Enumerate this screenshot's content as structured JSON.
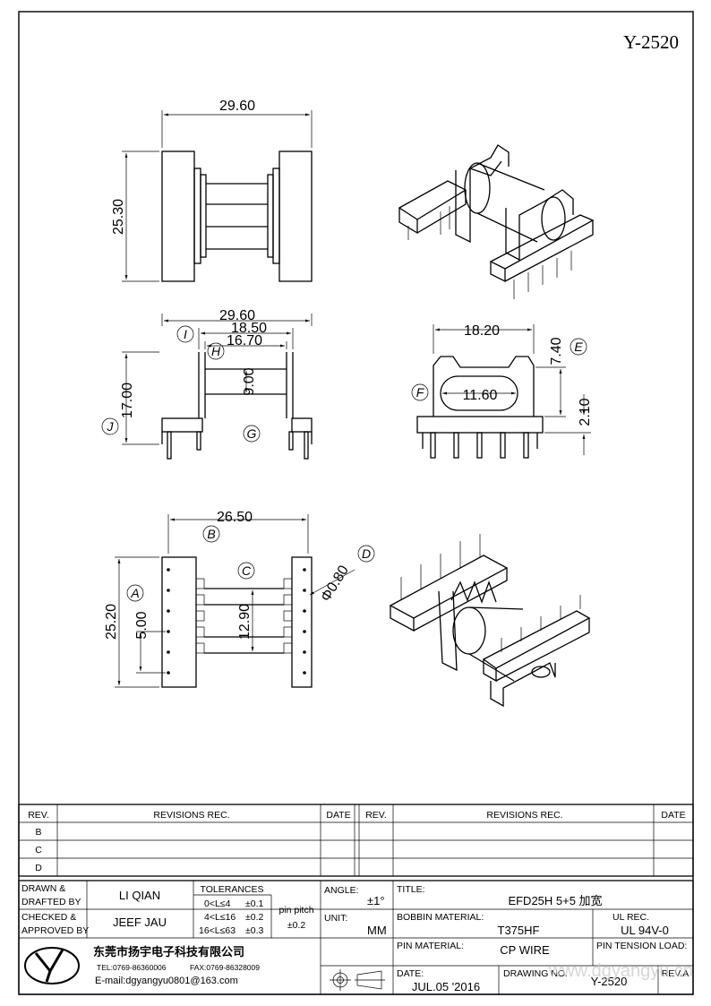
{
  "drawing_no_top": "Y-2520",
  "dims": {
    "top_width": "29.60",
    "top_height": "25.30",
    "front_width": "29.60",
    "front_inner1": "18.50",
    "front_inner2": "16.70",
    "front_height": "17.00",
    "front_core": "9.00",
    "side_width": "18.20",
    "side_core": "11.60",
    "side_h1": "7.40",
    "side_h2": "2.10",
    "bottom_width": "26.50",
    "bottom_height": "25.20",
    "bottom_pitch": "5.00",
    "bottom_core": "12.90",
    "pin_dia": "Φ0.80"
  },
  "callouts": [
    "I",
    "H",
    "J",
    "G",
    "F",
    "E",
    "B",
    "C",
    "A",
    "D"
  ],
  "revisions": {
    "headers": [
      "REV.",
      "REVISIONS   REC.",
      "DATE",
      "REV.",
      "REVISIONS   REC.",
      "DATE"
    ],
    "rows": [
      "B",
      "C",
      "D"
    ]
  },
  "titleblock": {
    "drawn_label": "DRAWN &\nDRAFTED BY",
    "drawn_by": "LI QIAN",
    "checked_label": "CHECKED &\nAPPROVED BY",
    "checked_by": "JEEF JAU",
    "tol_title": "TOLERANCES",
    "tol_rows": [
      [
        "0<L≤4",
        "±0.1"
      ],
      [
        "4<L≤16",
        "±0.2"
      ],
      [
        "16<L≤63",
        "±0.3"
      ]
    ],
    "pin_pitch_label": "pin pitch",
    "pin_pitch_value": "±0.2",
    "angle_label": "ANGLE:",
    "angle_value": "±1°",
    "unit_label": "UNIT:",
    "unit_value": "MM",
    "title_label": "TITLE:",
    "title_value": "EFD25H 5+5  加宽",
    "bobbin_label": "BOBBIN MATERIAL:",
    "bobbin_value": "T375HF",
    "ul_label": "UL REC.",
    "ul_value": "UL 94V-0",
    "pin_mat_label": "PIN MATERIAL:",
    "pin_mat_value": "CP WIRE",
    "pin_tension_label": "PIN TENSION LOAD:",
    "company": "东莞市扬宇电子科技有限公司",
    "tel": "TEL:0769-86360006",
    "fax": "FAX:0769-86328009",
    "email": "E-mail:dgyangyu0801@163.com",
    "date_label": "DATE:",
    "date_value": "JUL.05 '2016",
    "drawing_no_label": "DRAWING NO.",
    "drawing_no_value": "Y-2520",
    "rev_label": "REV.A"
  },
  "watermark": "www.dgyangyu.cn",
  "colors": {
    "ink": "#000000",
    "paper": "#ffffff",
    "watermark": "#c9c9c9"
  }
}
